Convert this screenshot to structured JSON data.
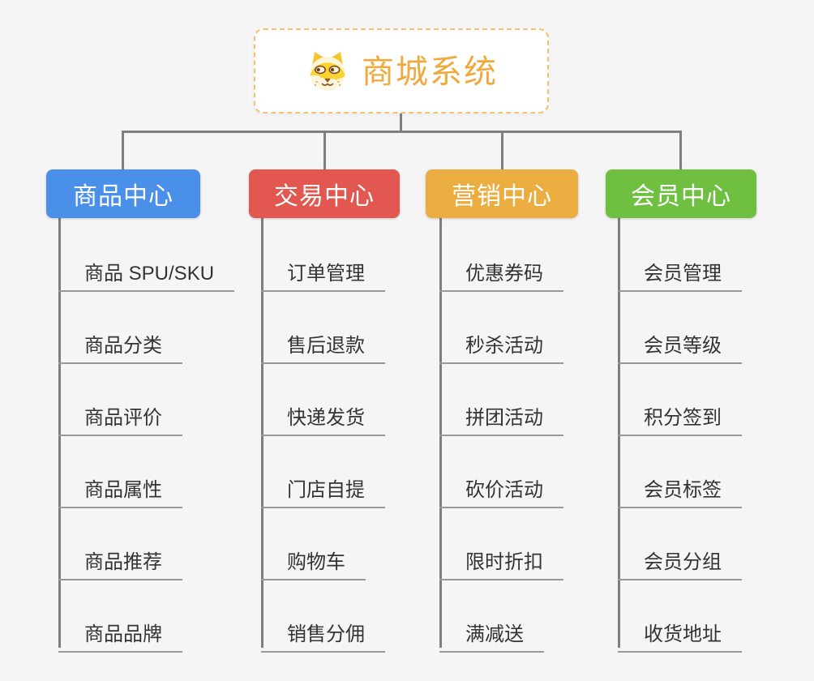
{
  "root": {
    "title": "商城系统",
    "icon": "dog-face-icon"
  },
  "branches": [
    {
      "label": "商品中心",
      "color": "#4a90e8",
      "items": [
        "商品 SPU/SKU",
        "商品分类",
        "商品评价",
        "商品属性",
        "商品推荐",
        "商品品牌"
      ]
    },
    {
      "label": "交易中心",
      "color": "#e25750",
      "items": [
        "订单管理",
        "售后退款",
        "快递发货",
        "门店自提",
        "购物车",
        "销售分佣"
      ]
    },
    {
      "label": "营销中心",
      "color": "#ebad3f",
      "items": [
        "优惠券码",
        "秒杀活动",
        "拼团活动",
        "砍价活动",
        "限时折扣",
        "满减送"
      ]
    },
    {
      "label": "会员中心",
      "color": "#6fbf40",
      "items": [
        "会员管理",
        "会员等级",
        "积分签到",
        "会员标签",
        "会员分组",
        "收货地址"
      ]
    }
  ],
  "colors": {
    "background": "#f5f5f6",
    "connector": "#7f7f7f",
    "leaf_underline": "#98989a",
    "leaf_text": "#333333",
    "root_text": "#efa93d",
    "root_border": "#f3c06b"
  }
}
